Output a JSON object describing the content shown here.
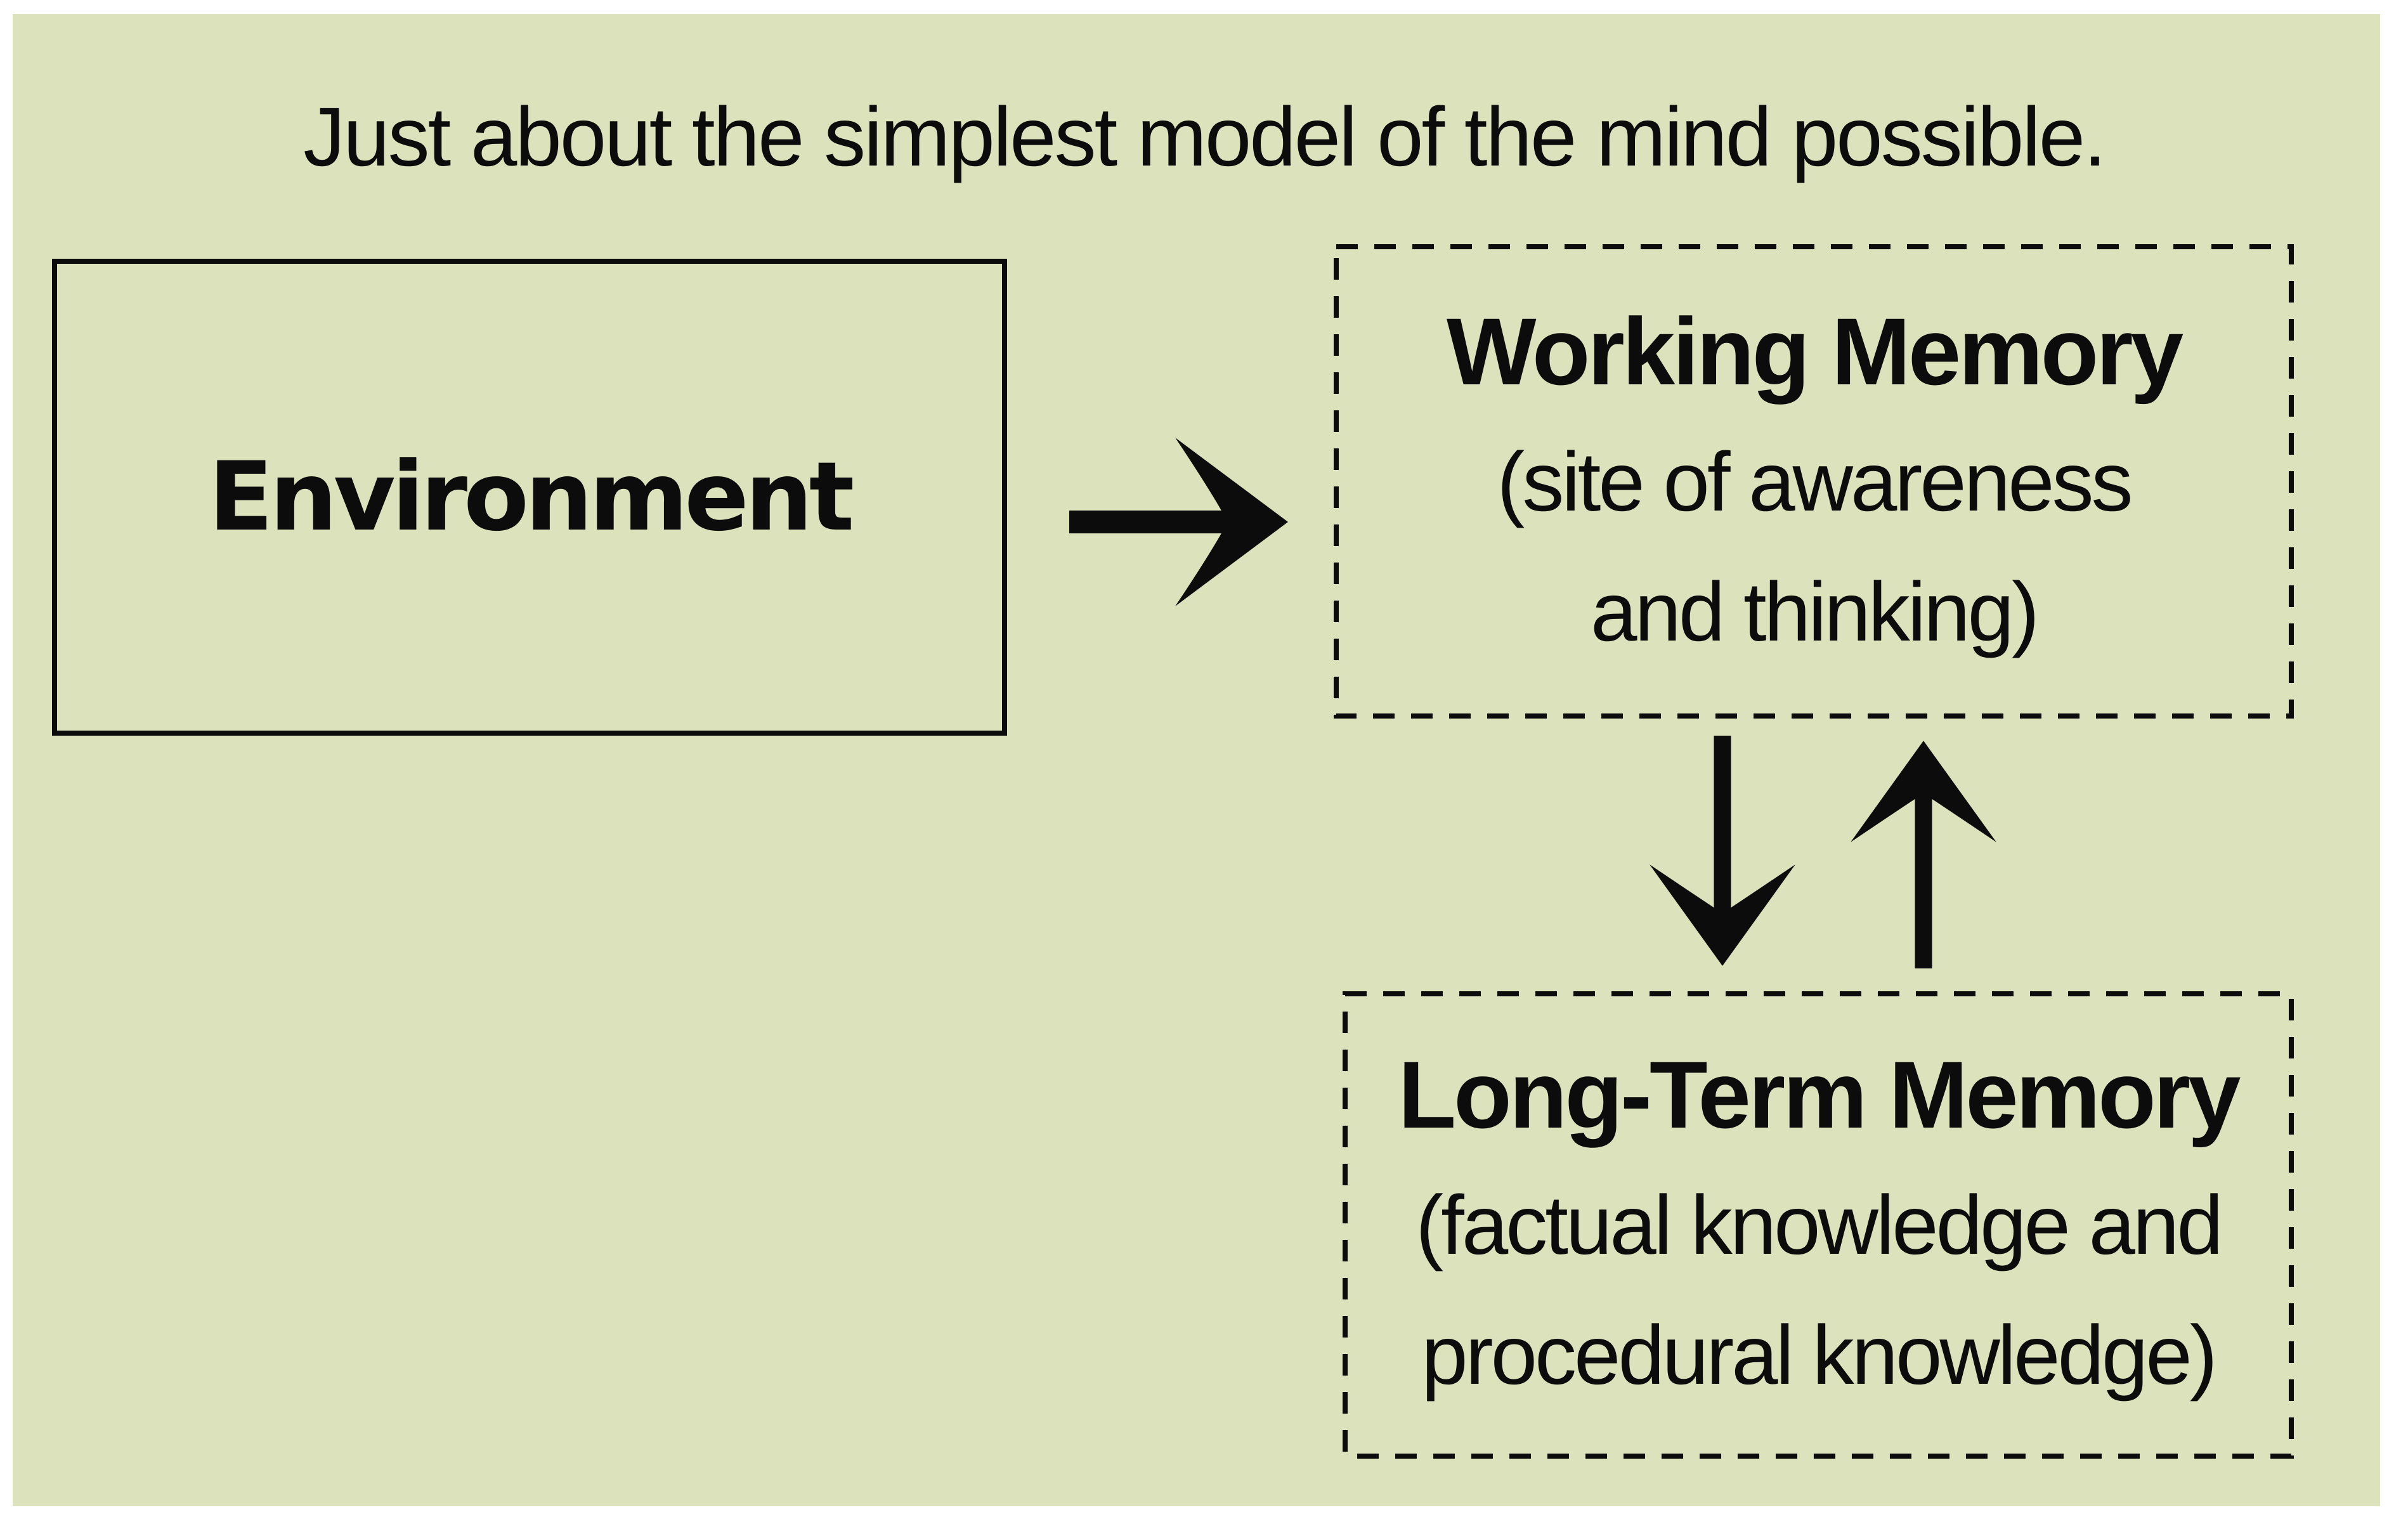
{
  "title": "Just about the simplest model of the mind possible.",
  "colors": {
    "background": "#dce3bc",
    "page_margin": "#ffffff",
    "ink": "#0c0c0c"
  },
  "nodes": {
    "environment": {
      "label": "Environment",
      "border_style": "solid"
    },
    "working_memory": {
      "heading": "Working Memory",
      "sub1": "(site of awareness",
      "sub2": "and thinking)",
      "border_style": "dashed"
    },
    "long_term_memory": {
      "heading": "Long-Term Memory",
      "sub1": "(factual knowledge and",
      "sub2": "procedural knowledge)",
      "border_style": "dashed"
    }
  },
  "arrows": [
    {
      "name": "environment-to-working-memory",
      "direction": "right"
    },
    {
      "name": "working-memory-to-long-term-memory",
      "direction": "down"
    },
    {
      "name": "long-term-memory-to-working-memory",
      "direction": "up"
    }
  ]
}
